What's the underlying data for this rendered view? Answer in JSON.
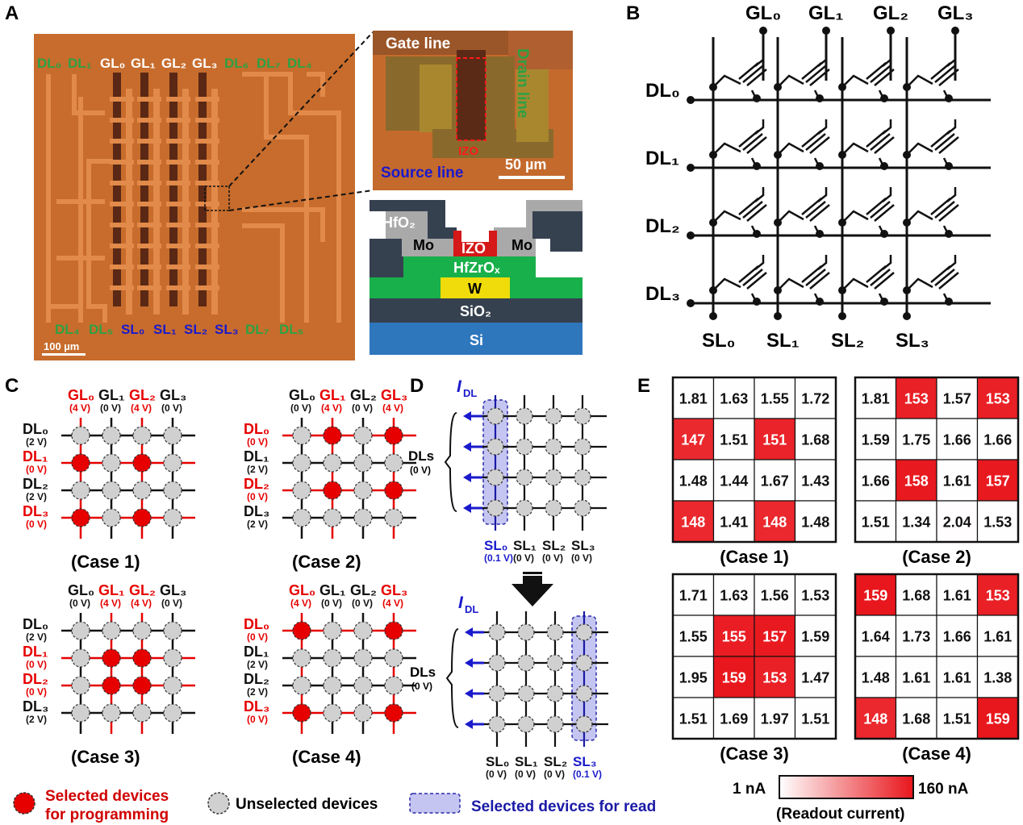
{
  "panels": {
    "A": {
      "letter": "A",
      "gate_labels": [
        "GL₀",
        "GL₁",
        "GL₂",
        "GL₃"
      ],
      "drain_labels_left": [
        "DL₀",
        "DL₁"
      ],
      "drain_labels_right": [
        "DL₆",
        "DL₇",
        "DL₄"
      ],
      "drain_labels_bottom_left": [
        "DL₄",
        "DL₅"
      ],
      "drain_labels_bottom_right": [
        "DL₇",
        "DL₅"
      ],
      "source_labels": [
        "SL₀",
        "SL₁",
        "SL₂",
        "SL₃"
      ],
      "scalebar": "100 µm",
      "zoom": {
        "gate_line": "Gate line",
        "drain_line": "Drain line",
        "izo": "IZO",
        "source_line": "Source line",
        "scalebar": "50 µm"
      },
      "cross_section": {
        "hfo2": "HfO₂",
        "mo_left": "Mo",
        "izo": "IZO",
        "mo_right": "Mo",
        "hfzrox": "HfZrOₓ",
        "w": "W",
        "sio2": "SiO₂",
        "si": "Si"
      }
    },
    "B": {
      "letter": "B",
      "gate_labels": [
        "GL₀",
        "GL₁",
        "GL₂",
        "GL₃"
      ],
      "drain_labels": [
        "DL₀",
        "DL₁",
        "DL₂",
        "DL₃"
      ],
      "source_labels": [
        "SL₀",
        "SL₁",
        "SL₂",
        "SL₃"
      ]
    },
    "C": {
      "letter": "C",
      "gl_names": [
        "GL₀",
        "GL₁",
        "GL₂",
        "GL₃"
      ],
      "dl_names": [
        "DL₀",
        "DL₁",
        "DL₂",
        "DL₃"
      ],
      "cases": [
        {
          "title": "(Case 1)",
          "gl_v": [
            "(4 V)",
            "(0 V)",
            "(4 V)",
            "(0 V)"
          ],
          "gl_sel": [
            true,
            false,
            true,
            false
          ],
          "dl_v": [
            "(2 V)",
            "(0 V)",
            "(2 V)",
            "(0 V)"
          ],
          "dl_sel": [
            false,
            true,
            false,
            true
          ]
        },
        {
          "title": "(Case 2)",
          "gl_v": [
            "(0 V)",
            "(4 V)",
            "(0 V)",
            "(4 V)"
          ],
          "gl_sel": [
            false,
            true,
            false,
            true
          ],
          "dl_v": [
            "(0 V)",
            "(2 V)",
            "(0 V)",
            "(2 V)"
          ],
          "dl_sel": [
            true,
            false,
            true,
            false
          ]
        },
        {
          "title": "(Case 3)",
          "gl_v": [
            "(0 V)",
            "(4 V)",
            "(4 V)",
            "(0 V)"
          ],
          "gl_sel": [
            false,
            true,
            true,
            false
          ],
          "dl_v": [
            "(2 V)",
            "(0 V)",
            "(0 V)",
            "(2 V)"
          ],
          "dl_sel": [
            false,
            true,
            true,
            false
          ]
        },
        {
          "title": "(Case 4)",
          "gl_v": [
            "(4 V)",
            "(0 V)",
            "(0 V)",
            "(4 V)"
          ],
          "gl_sel": [
            true,
            false,
            false,
            true
          ],
          "dl_v": [
            "(0 V)",
            "(2 V)",
            "(2 V)",
            "(0 V)"
          ],
          "dl_sel": [
            true,
            false,
            false,
            true
          ]
        }
      ]
    },
    "D": {
      "letter": "D",
      "current_label": "I",
      "current_sub": "DL",
      "dls_label": "DLs",
      "dls_voltage": "(0 V)",
      "sl_names": [
        "SL₀",
        "SL₁",
        "SL₂",
        "SL₃"
      ],
      "top_sl_v": [
        "(0.1 V)",
        "(0 V)",
        "(0 V)",
        "(0 V)"
      ],
      "bottom_sl_v": [
        "(0 V)",
        "(0 V)",
        "(0 V)",
        "(0.1 V)"
      ]
    },
    "E": {
      "letter": "E",
      "colorbar_min": "1 nA",
      "colorbar_max": "160 nA",
      "colorbar_label": "(Readout current)",
      "color_max": "#e8161c",
      "cases": [
        {
          "title": "(Case 1)",
          "cells": [
            [
              "1.81",
              "1.63",
              "1.55",
              "1.72"
            ],
            [
              "147",
              "1.51",
              "151",
              "1.68"
            ],
            [
              "1.48",
              "1.44",
              "1.67",
              "1.43"
            ],
            [
              "148",
              "1.41",
              "148",
              "1.48"
            ]
          ]
        },
        {
          "title": "(Case 2)",
          "cells": [
            [
              "1.81",
              "153",
              "1.57",
              "153"
            ],
            [
              "1.59",
              "1.75",
              "1.66",
              "1.66"
            ],
            [
              "1.66",
              "158",
              "1.61",
              "157"
            ],
            [
              "1.51",
              "1.34",
              "2.04",
              "1.53"
            ]
          ]
        },
        {
          "title": "(Case 3)",
          "cells": [
            [
              "1.71",
              "1.63",
              "1.56",
              "1.53"
            ],
            [
              "1.55",
              "155",
              "157",
              "1.59"
            ],
            [
              "1.95",
              "159",
              "153",
              "1.47"
            ],
            [
              "1.51",
              "1.69",
              "1.97",
              "1.51"
            ]
          ]
        },
        {
          "title": "(Case 4)",
          "cells": [
            [
              "159",
              "1.68",
              "1.61",
              "153"
            ],
            [
              "1.64",
              "1.73",
              "1.66",
              "1.61"
            ],
            [
              "1.48",
              "1.61",
              "1.61",
              "1.38"
            ],
            [
              "148",
              "1.68",
              "1.51",
              "159"
            ]
          ]
        }
      ]
    }
  },
  "legend": {
    "selected_programming_line1": "Selected devices",
    "selected_programming_line2": "for programming",
    "unselected": "Unselected devices",
    "selected_read": "Selected devices for read"
  },
  "colors": {
    "selected_red": "#e60000",
    "unselected_gray": "#d0d0d0",
    "read_blue": "#1a1aa6",
    "read_fill": "#c5c5f2",
    "drain_green": "#2ea043",
    "chip_orange": "#c86a2a"
  }
}
